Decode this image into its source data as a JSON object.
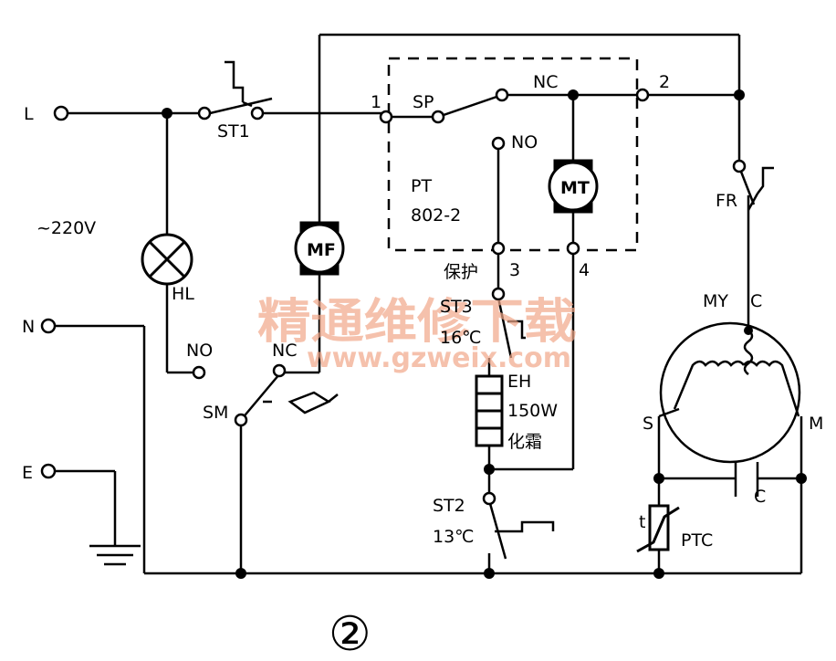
{
  "terminals": {
    "L": "L",
    "N": "N",
    "E": "E",
    "voltage": "~220V"
  },
  "components": {
    "HL": "HL",
    "HL_NO": "NO",
    "ST1": "ST1",
    "MF": "MF",
    "SM": "SM",
    "SM_NC": "NC",
    "timer_1": "1",
    "timer_SP": "SP",
    "timer_NC": "NC",
    "timer_NO": "NO",
    "timer_2": "2",
    "timer_3": "3",
    "timer_4": "4",
    "PT": "PT",
    "PT_model": "802-2",
    "MT": "MT",
    "FR": "FR",
    "protect": "保护",
    "ST3": "ST3",
    "ST3_temp": "16℃",
    "EH": "EH",
    "EH_power": "150W",
    "EH_func": "化霜",
    "ST2": "ST2",
    "ST2_temp": "13℃",
    "MY": "MY",
    "MY_C": "C",
    "MY_S": "S",
    "MY_M": "M",
    "capacitor": "C",
    "ptc_t": "t",
    "PTC": "PTC"
  },
  "watermark": {
    "line1": "精通维修下载",
    "line2": "www.gzweix.com"
  },
  "figure_number": "②",
  "colors": {
    "ink": "#000000",
    "watermark": "#f1a88a"
  }
}
